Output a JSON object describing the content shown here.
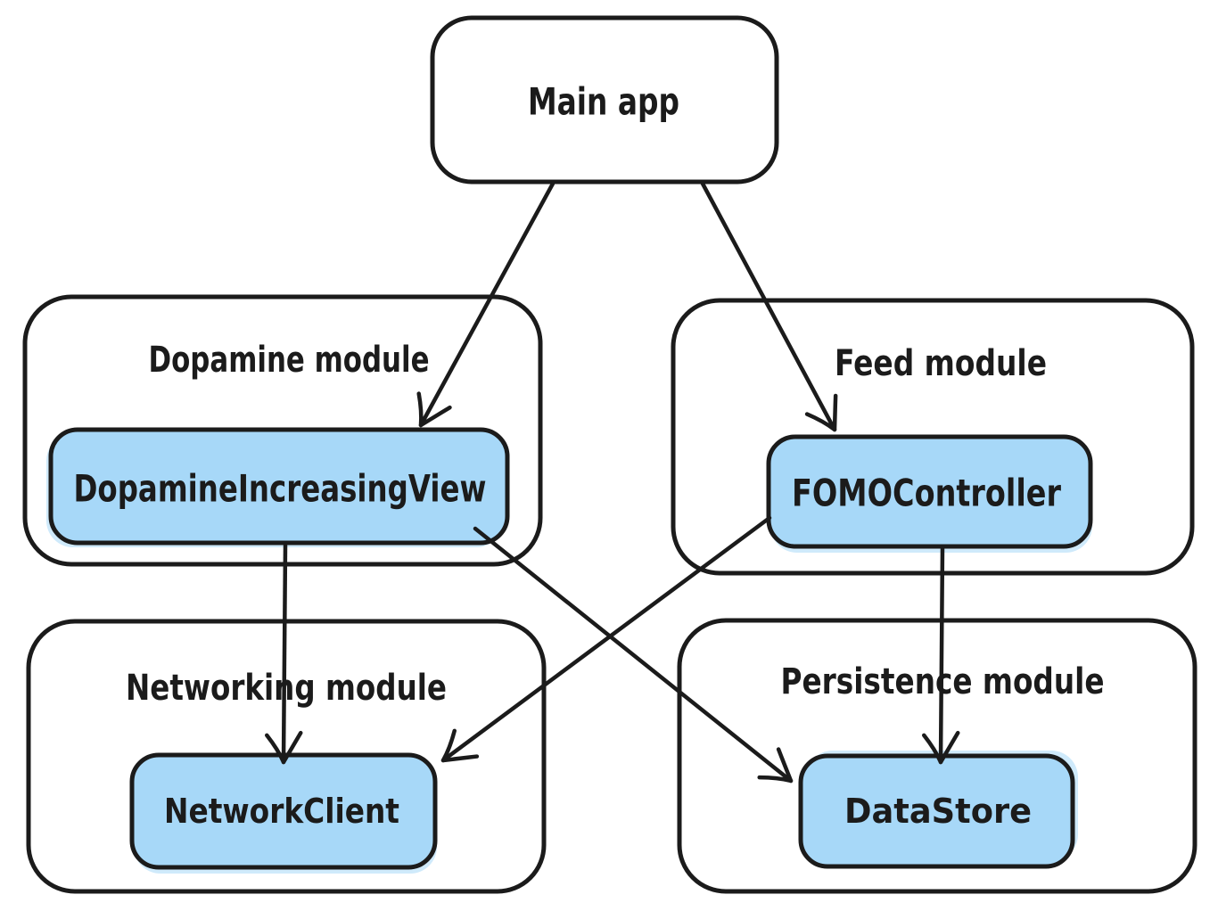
{
  "colors": {
    "node_fill": "#a7d8f8",
    "stroke": "#1b1b1b",
    "background": "#ffffff"
  },
  "nodes": {
    "main_app": {
      "label": "Main app",
      "type": "box"
    },
    "dopamine_module": {
      "label": "Dopamine module",
      "type": "container",
      "contains": [
        "DopamineIncreasingView"
      ]
    },
    "feed_module": {
      "label": "Feed module",
      "type": "container",
      "contains": [
        "FOMOController"
      ]
    },
    "networking_module": {
      "label": "Networking module",
      "type": "container",
      "contains": [
        "NetworkClient"
      ]
    },
    "persistence_module": {
      "label": "Persistence module",
      "type": "container",
      "contains": [
        "DataStore"
      ]
    },
    "dopamine_increasing_view": {
      "label": "DopamineIncreasingView",
      "type": "node"
    },
    "fomo_controller": {
      "label": "FOMOController",
      "type": "node"
    },
    "network_client": {
      "label": "NetworkClient",
      "type": "node"
    },
    "data_store": {
      "label": "DataStore",
      "type": "node"
    }
  },
  "edges": [
    {
      "from": "Main app",
      "to": "DopamineIncreasingView"
    },
    {
      "from": "Main app",
      "to": "FOMOController"
    },
    {
      "from": "DopamineIncreasingView",
      "to": "NetworkClient"
    },
    {
      "from": "DopamineIncreasingView",
      "to": "DataStore"
    },
    {
      "from": "FOMOController",
      "to": "DataStore"
    },
    {
      "from": "FOMOController",
      "to": "NetworkClient"
    }
  ]
}
